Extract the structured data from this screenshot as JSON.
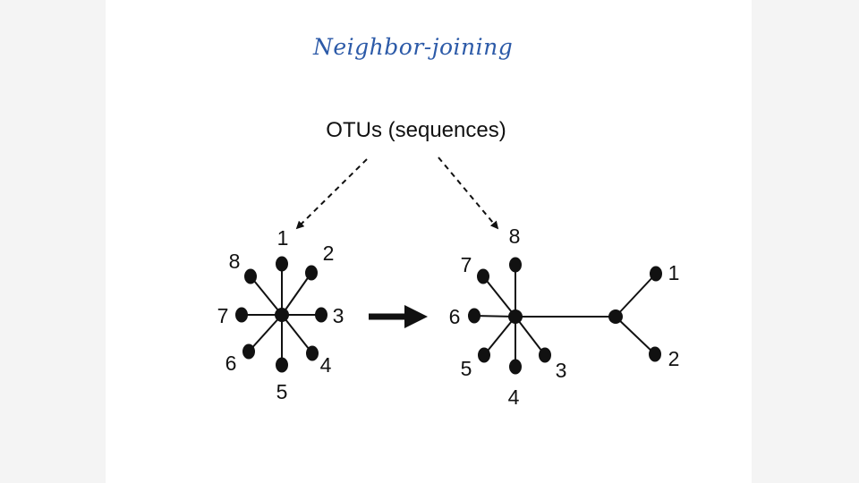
{
  "title": "Neighbor-joining",
  "heading": "OTUs (sequences)",
  "star_tree": {
    "labels": [
      "1",
      "2",
      "3",
      "4",
      "5",
      "6",
      "7",
      "8"
    ]
  },
  "joined_tree": {
    "star_labels": [
      "3",
      "4",
      "5",
      "6",
      "7",
      "8"
    ],
    "pair_labels": [
      "1",
      "2"
    ]
  },
  "arrow_meaning": "transforms-into"
}
